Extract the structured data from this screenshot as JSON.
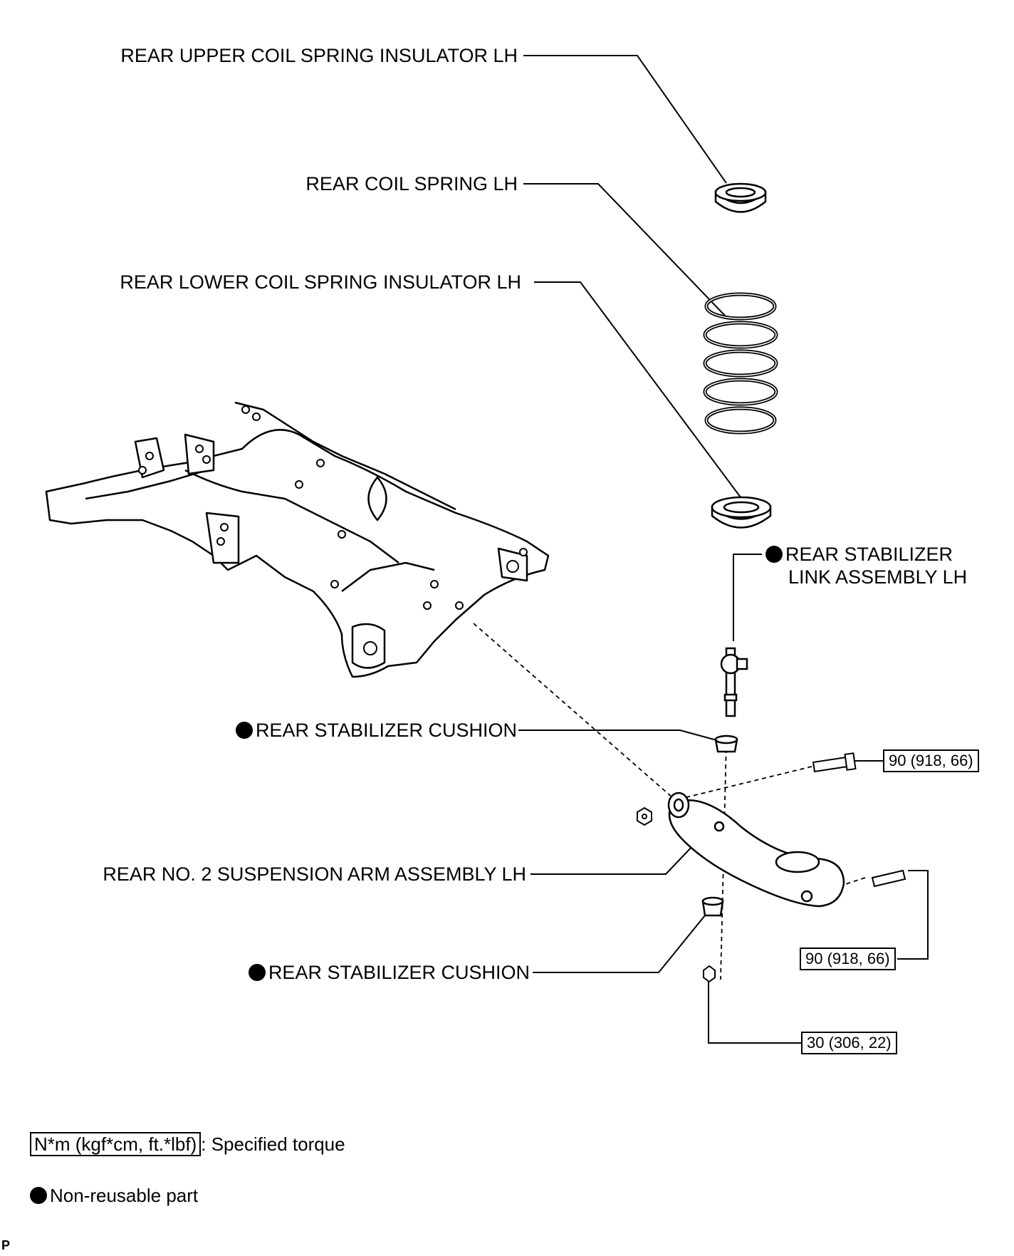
{
  "labels": {
    "upper_insulator": "REAR UPPER COIL SPRING INSULATOR LH",
    "coil_spring": "REAR COIL SPRING LH",
    "lower_insulator": "REAR LOWER COIL SPRING INSULATOR LH",
    "link_line1": "REAR STABILIZER",
    "link_line2": "LINK ASSEMBLY LH",
    "cushion_upper": "REAR STABILIZER CUSHION",
    "suspension_arm": "REAR NO. 2 SUSPENSION ARM ASSEMBLY LH",
    "cushion_lower": "REAR STABILIZER CUSHION"
  },
  "torques": {
    "upper_bolt": "90 (918, 66)",
    "lower_bolt": "90 (918, 66)",
    "nut": "30 (306, 22)"
  },
  "legend": {
    "torque_unit": "N*m (kgf*cm, ft.*lbf)",
    "torque_desc": ": Specified torque",
    "nonreusable_desc": "Non-reusable part"
  },
  "corner_code": "P"
}
